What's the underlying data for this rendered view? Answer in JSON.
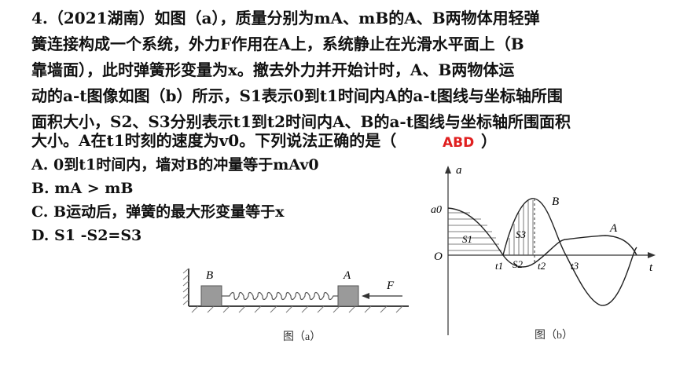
{
  "question": {
    "line1": "4.（2021湖南）如图（a），质量分别为mA、mB的A、B两物体用轻弹",
    "line2": "簧连接构成一个系统，外力F作用在A上，系统静止在光滑水平面上（B",
    "line3": "靠墙面），此时弹簧形变量为x。撤去外力并开始计时，A、B两物体运",
    "line4": "动的a-t图像如图（b）所示，S1表示0到t1时间内A的a-t图线与坐标轴所围",
    "line5": "面积大小，S2、S3分别表示t1到t2时间内A、B的a-t图线与坐标轴所围面积",
    "line6": "大小。A在t1时刻的速度为v0。下列说法正确的是（",
    "line6_end": "）"
  },
  "answer": "ABD",
  "options": {
    "A": "A. 0到t1时间内，墙对B的冲量等于mAv0",
    "B": "B. mA > mB",
    "C": "C. B运动后，弹簧的最大形变量等于x",
    "D": "D. S1 -S2=S3"
  },
  "figure_a": {
    "label_B": "B",
    "label_A": "A",
    "label_F": "F",
    "caption": "图（a）"
  },
  "figure_b": {
    "axis_y": "a",
    "axis_x": "t",
    "origin": "O",
    "a0": "a0",
    "t1": "t1",
    "t2": "t2",
    "t3": "t3",
    "S1": "S1",
    "S2": "S2",
    "S3": "S3",
    "curve_B": "B",
    "curve_A": "A",
    "caption": "图（b）"
  }
}
